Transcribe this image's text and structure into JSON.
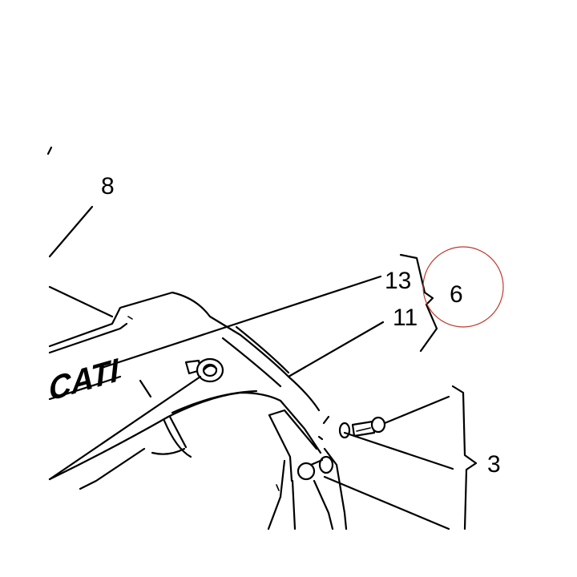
{
  "callouts": {
    "part_8": "8",
    "part_13": "13",
    "part_11": "11",
    "part_6": "6",
    "part_3": "3"
  },
  "body_lettering": "CATI",
  "colors": {
    "ink": "#000000",
    "background": "#ffffff",
    "highlight_circle": "#c0392b"
  }
}
